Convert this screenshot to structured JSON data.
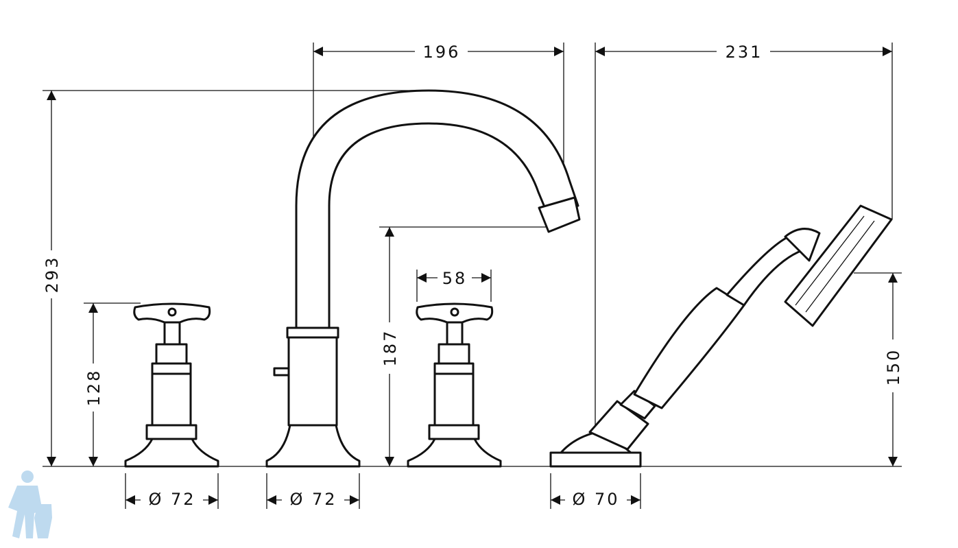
{
  "dimensions": {
    "total_height": "293",
    "valve_height": "128",
    "spout_reach": "196",
    "shower_reach": "231",
    "spout_height": "187",
    "handle_width": "58",
    "shower_height": "150",
    "valve_base_diameter": "Ø 72",
    "spout_base_diameter": "Ø 72",
    "shower_base_diameter": "Ø 70"
  },
  "watermark": {
    "icon": "plumber-mascot-icon",
    "color": "#a9cde8"
  }
}
